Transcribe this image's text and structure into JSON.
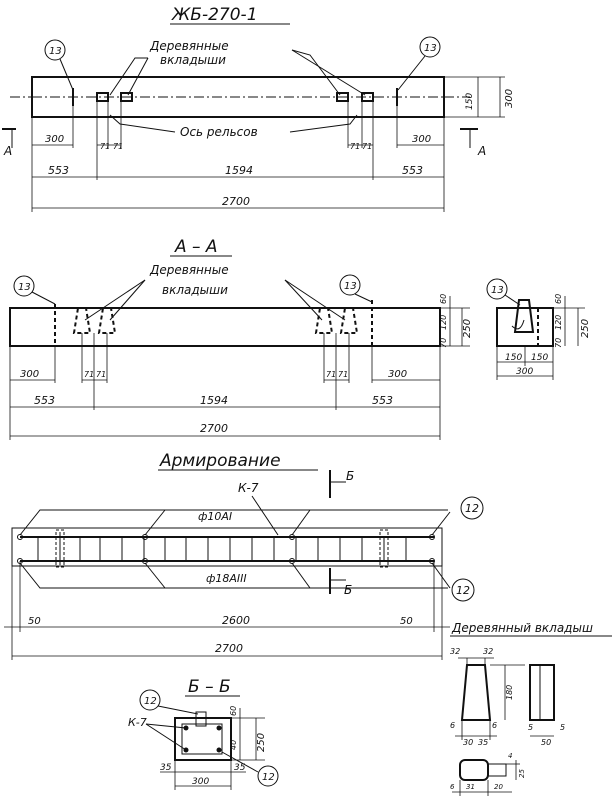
{
  "views": {
    "plan": {
      "title": "ЖБ-270-1",
      "insert_label_1": "Деревянные",
      "insert_label_2": "вкладыши",
      "rail_axis": "Ось рельсов",
      "callout_left": "13",
      "callout_right": "13",
      "section_left": "А",
      "section_right": "А",
      "dims": {
        "d300a": "300",
        "d300b": "300",
        "d553a": "553",
        "d553b": "553",
        "d1594": "1594",
        "d2700": "2700",
        "d71a": "71",
        "d71b": "71",
        "d71c": "71",
        "d71d": "71",
        "d150": "150",
        "d300h": "300"
      }
    },
    "section_aa": {
      "title": "А – А",
      "insert_label_1": "Деревянные",
      "insert_label_2": "вкладыши",
      "callout_left": "13",
      "callout_right": "13",
      "dims": {
        "d300a": "300",
        "d300b": "300",
        "d553a": "553",
        "d553b": "553",
        "d1594": "1594",
        "d2700": "2700",
        "d71a": "71",
        "d71b": "71",
        "d71c": "71",
        "d71d": "71",
        "d60": "60",
        "d120": "120",
        "d70": "70",
        "d250": "250"
      }
    },
    "end_view": {
      "callout": "13",
      "dims": {
        "d150a": "150",
        "d150b": "150",
        "d300": "300",
        "d60": "60",
        "d120": "120",
        "d70": "70",
        "d250": "250"
      }
    },
    "reinforcement": {
      "title": "Армирование",
      "frame": "К-7",
      "bar_top": "ф10АI",
      "bar_bottom": "ф18АIII",
      "callout_top": "12",
      "callout_bottom": "12",
      "section_top": "Б",
      "section_bottom": "Б",
      "dims": {
        "d50a": "50",
        "d50b": "50",
        "d2600": "2600",
        "d2700": "2700"
      }
    },
    "section_bb": {
      "title": "Б – Б",
      "frame": "К-7",
      "callout_top": "12",
      "callout_bottom": "12",
      "dims": {
        "d35a": "35",
        "d35b": "35",
        "d300": "300",
        "d60": "60",
        "d40": "40",
        "d250": "250"
      }
    },
    "insert_detail": {
      "title": "Деревянный вкладыш",
      "dims": {
        "d32a": "32",
        "d32b": "32",
        "d180": "180",
        "d6a": "6",
        "d6b": "6",
        "d5a": "5",
        "d5b": "5",
        "d30": "30",
        "d35": "35",
        "d50": "50",
        "d6c": "6",
        "d31": "31",
        "d20": "20",
        "d25": "25",
        "d4": "4"
      }
    }
  }
}
